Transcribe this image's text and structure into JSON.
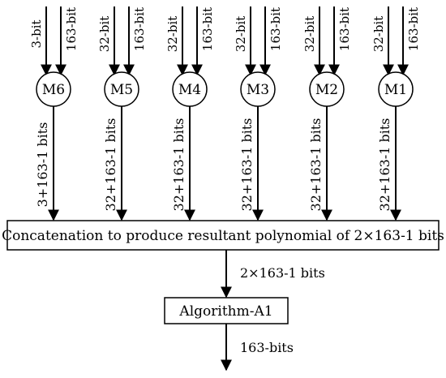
{
  "multipliers": [
    {
      "name": "M6",
      "input_a": "3-bit",
      "input_b": "163-bit",
      "output": "3+163-1 bits"
    },
    {
      "name": "M5",
      "input_a": "32-bit",
      "input_b": "163-bit",
      "output": "32+163-1 bits"
    },
    {
      "name": "M4",
      "input_a": "32-bit",
      "input_b": "163-bit",
      "output": "32+163-1 bits"
    },
    {
      "name": "M3",
      "input_a": "32-bit",
      "input_b": "163-bit",
      "output": "32+163-1 bits"
    },
    {
      "name": "M2",
      "input_a": "32-bit",
      "input_b": "163-bit",
      "output": "32+163-1 bits"
    },
    {
      "name": "M1",
      "input_a": "32-bit",
      "input_b": "163-bit",
      "output": "32+163-1 bits"
    }
  ],
  "concat_box": {
    "label": "Concatenation to produce resultant polynomial of 2×163-1 bits"
  },
  "concat_output": {
    "label": "2×163-1 bits"
  },
  "algorithm_box": {
    "label": "Algorithm-A1"
  },
  "final_output": {
    "label": "163-bits"
  }
}
